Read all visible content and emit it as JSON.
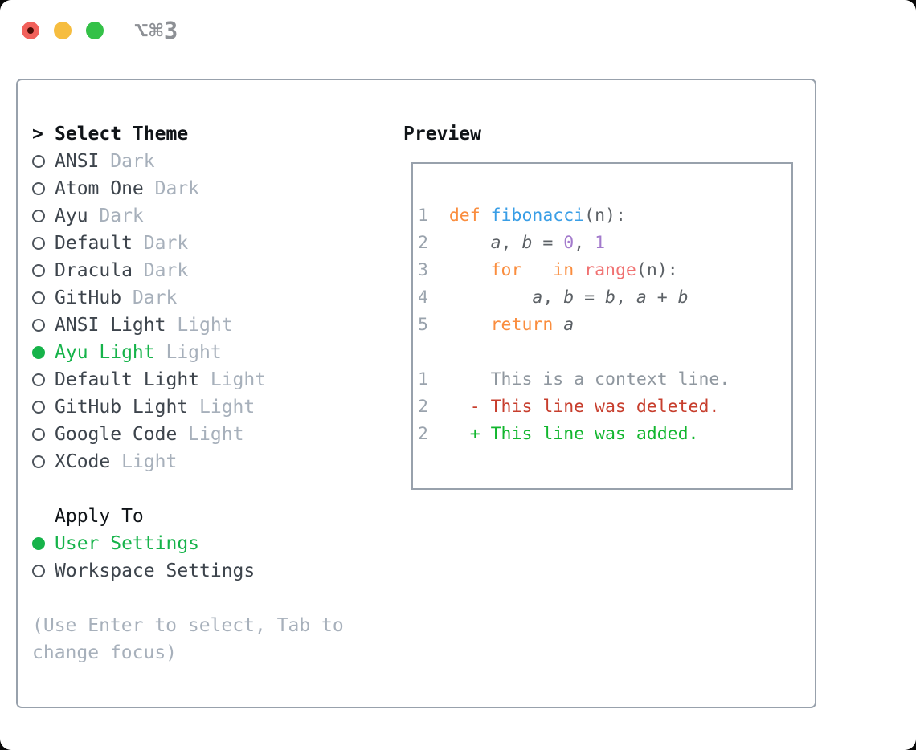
{
  "window": {
    "titlebar": {
      "shortcut_label": "⌥⌘3",
      "traffic_lights": [
        {
          "name": "close",
          "color": "#f1605a"
        },
        {
          "name": "minimize",
          "color": "#f6bd3f"
        },
        {
          "name": "zoom",
          "color": "#34c148"
        }
      ]
    }
  },
  "theme_panel": {
    "header": {
      "prompt": ">",
      "label": "Select Theme"
    },
    "themes": [
      {
        "name": "ANSI",
        "variant": "Dark",
        "selected": false
      },
      {
        "name": "Atom One",
        "variant": "Dark",
        "selected": false
      },
      {
        "name": "Ayu",
        "variant": "Dark",
        "selected": false
      },
      {
        "name": "Default",
        "variant": "Dark",
        "selected": false
      },
      {
        "name": "Dracula",
        "variant": "Dark",
        "selected": false
      },
      {
        "name": "GitHub",
        "variant": "Dark",
        "selected": false
      },
      {
        "name": "ANSI Light",
        "variant": "Light",
        "selected": false
      },
      {
        "name": "Ayu Light",
        "variant": "Light",
        "selected": true
      },
      {
        "name": "Default Light",
        "variant": "Light",
        "selected": false
      },
      {
        "name": "GitHub Light",
        "variant": "Light",
        "selected": false
      },
      {
        "name": "Google Code",
        "variant": "Light",
        "selected": false
      },
      {
        "name": "XCode",
        "variant": "Light",
        "selected": false
      }
    ],
    "apply_to": {
      "header": "Apply To",
      "options": [
        {
          "name": "User Settings",
          "selected": true
        },
        {
          "name": "Workspace Settings",
          "selected": false
        }
      ]
    },
    "hint": "(Use Enter to select, Tab to change focus)"
  },
  "preview": {
    "header": "Preview",
    "code_lines": [
      {
        "num": "1",
        "segments": [
          {
            "t": "def",
            "c": "k"
          },
          {
            "t": " ",
            "c": "p"
          },
          {
            "t": "fibonacci",
            "c": "f"
          },
          {
            "t": "(n):",
            "c": "p"
          }
        ]
      },
      {
        "num": "2",
        "segments": [
          {
            "t": "    ",
            "c": "p"
          },
          {
            "t": "a",
            "c": "v"
          },
          {
            "t": ", ",
            "c": "p"
          },
          {
            "t": "b",
            "c": "v"
          },
          {
            "t": " = ",
            "c": "p"
          },
          {
            "t": "0",
            "c": "n"
          },
          {
            "t": ", ",
            "c": "p"
          },
          {
            "t": "1",
            "c": "n"
          }
        ]
      },
      {
        "num": "3",
        "segments": [
          {
            "t": "    ",
            "c": "p"
          },
          {
            "t": "for",
            "c": "k"
          },
          {
            "t": " _ ",
            "c": "p"
          },
          {
            "t": "in",
            "c": "k"
          },
          {
            "t": " ",
            "c": "p"
          },
          {
            "t": "range",
            "c": "r"
          },
          {
            "t": "(n):",
            "c": "p"
          }
        ]
      },
      {
        "num": "4",
        "segments": [
          {
            "t": "        ",
            "c": "p"
          },
          {
            "t": "a",
            "c": "v"
          },
          {
            "t": ", ",
            "c": "p"
          },
          {
            "t": "b",
            "c": "v"
          },
          {
            "t": " = ",
            "c": "p"
          },
          {
            "t": "b",
            "c": "v"
          },
          {
            "t": ", ",
            "c": "p"
          },
          {
            "t": "a",
            "c": "v"
          },
          {
            "t": " + ",
            "c": "p"
          },
          {
            "t": "b",
            "c": "v"
          }
        ]
      },
      {
        "num": "5",
        "segments": [
          {
            "t": "    ",
            "c": "p"
          },
          {
            "t": "return",
            "c": "k"
          },
          {
            "t": " ",
            "c": "p"
          },
          {
            "t": "a",
            "c": "v"
          }
        ]
      },
      {
        "num": "",
        "segments": []
      },
      {
        "num": "1",
        "segments": [
          {
            "t": "    ",
            "c": "p"
          },
          {
            "t": "This is a context line.",
            "c": "ctx"
          }
        ]
      },
      {
        "num": "2",
        "segments": [
          {
            "t": "  ",
            "c": "p"
          },
          {
            "t": "- This line was deleted.",
            "c": "del"
          }
        ]
      },
      {
        "num": "2",
        "segments": [
          {
            "t": "  ",
            "c": "p"
          },
          {
            "t": "+ This line was added.",
            "c": "add"
          }
        ]
      }
    ]
  },
  "colors": {
    "selected_green": "#16b34a",
    "added_green": "#12b62e",
    "deleted_red": "#c73e2d",
    "keyword_orange": "#fa8d3e",
    "function_blue": "#399ee6",
    "builtin_coral": "#f07171",
    "number_purple": "#a37acc",
    "code_text": "#5c6166",
    "list_text": "#3d444c",
    "muted_gray": "#a7b0bb",
    "border_gray": "#98a1ac"
  }
}
